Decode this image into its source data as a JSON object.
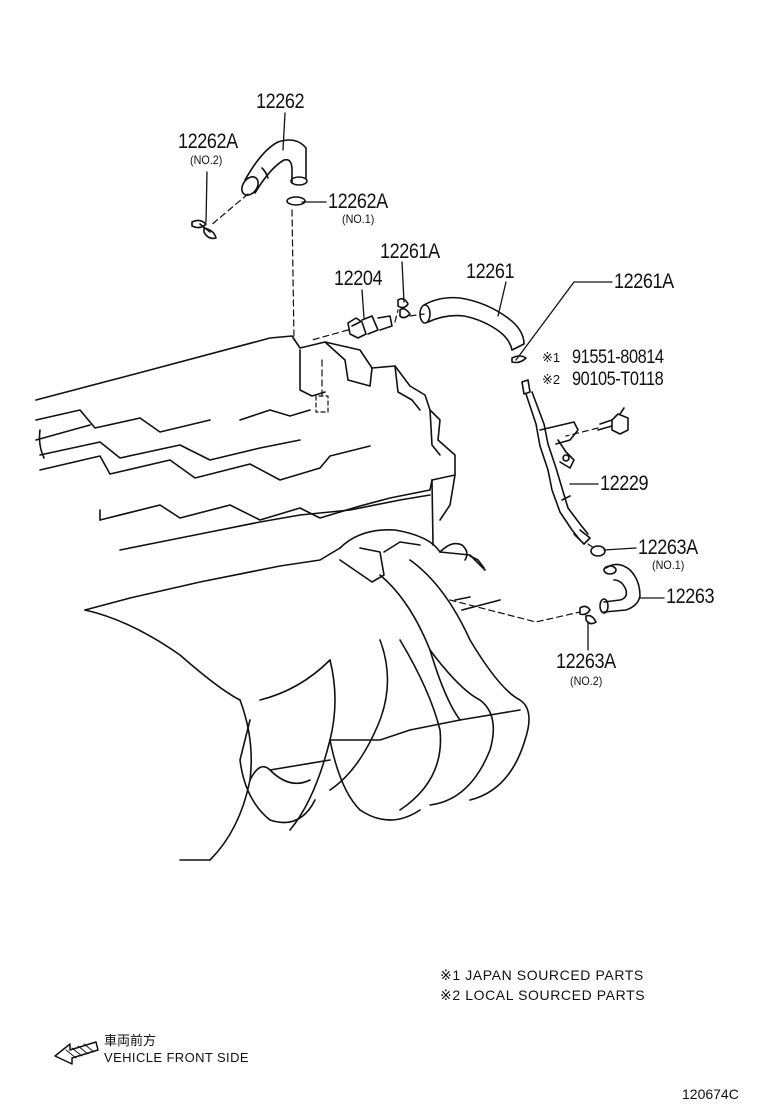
{
  "labels": {
    "p12262": "12262",
    "p12262a_no2": "12262A",
    "no2_a": "(NO.2)",
    "p12262a_no1": "12262A",
    "no1_a": "(NO.1)",
    "p12261a_left": "12261A",
    "p12204": "12204",
    "p12261": "12261",
    "p12261a_right": "12261A",
    "ref1_mark": "※1",
    "ref1": "91551-80814",
    "ref2_mark": "※2",
    "ref2": "90105-T0118",
    "p12229": "12229",
    "p12263a_no1": "12263A",
    "no1_b": "(NO.1)",
    "p12263": "12263",
    "p12263a_no2": "12263A",
    "no2_b": "(NO.2)"
  },
  "notes": {
    "note1": "※1 JAPAN SOURCED PARTS",
    "note2": "※2 LOCAL SOURCED PARTS"
  },
  "direction": {
    "jp": "車両前方",
    "en": "VEHICLE FRONT SIDE"
  },
  "figure_id": "120674C"
}
